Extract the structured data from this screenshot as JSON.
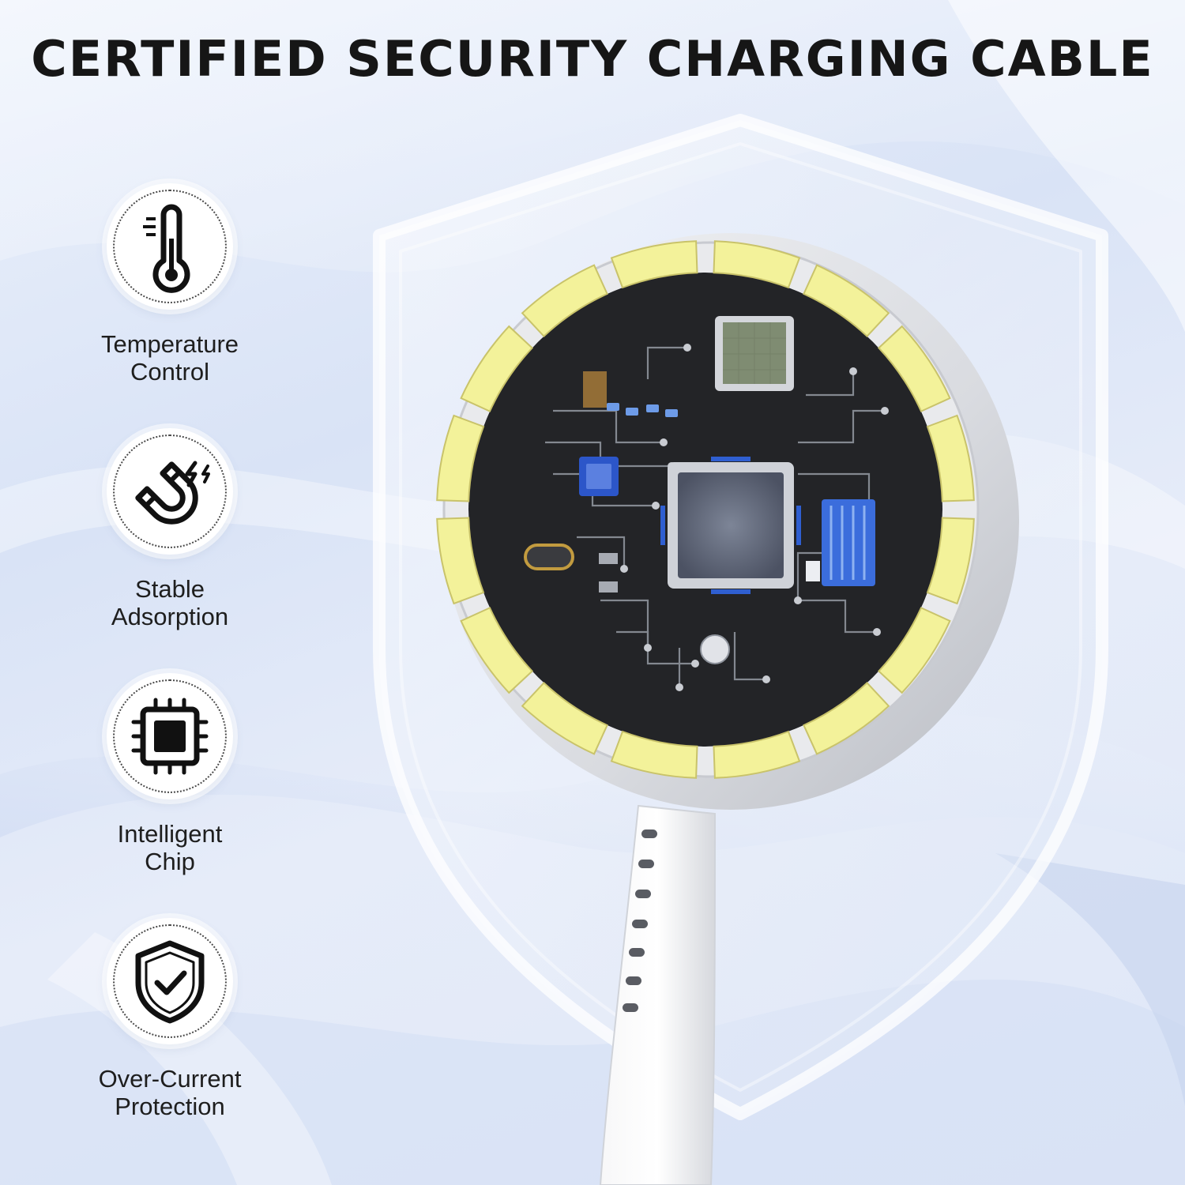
{
  "headline": "CERTIFIED SECURITY CHARGING CABLE",
  "features": [
    {
      "icon": "thermometer-icon",
      "line1": "Temperature",
      "line2": "Control"
    },
    {
      "icon": "magnet-icon",
      "line1": "Stable",
      "line2": "Adsorption"
    },
    {
      "icon": "chip-icon",
      "line1": "Intelligent",
      "line2": "Chip"
    },
    {
      "icon": "shield-check-icon",
      "line1": "Over-Current",
      "line2": "Protection"
    }
  ],
  "colors": {
    "background": "#dfe7f7",
    "magnet_ring": "#f3f29a",
    "circuit_board": "#232427",
    "text": "#1e1e1e"
  }
}
